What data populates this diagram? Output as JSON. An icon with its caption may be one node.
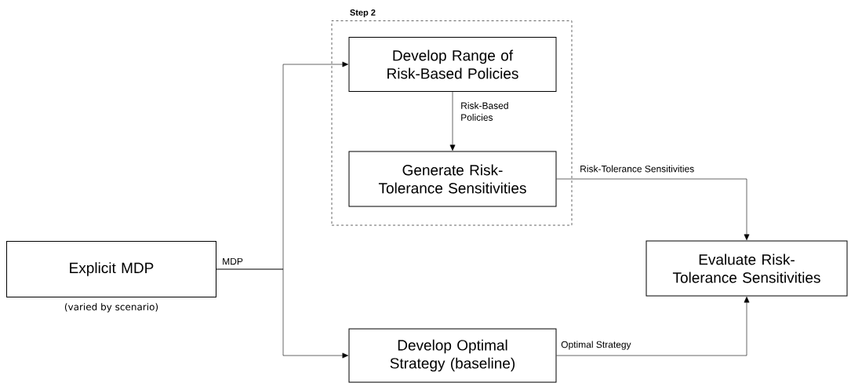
{
  "diagram": {
    "nodes": [
      {
        "text": [
          "Step 2"
        ]
      },
      {
        "text": [
          "Develop Range of Risk-Based Policies"
        ],
        "in": 0
      },
      {
        "text": [
          "Generate Risk-Tolerance Sensitivities"
        ],
        "in": 0
      },
      {
        "text": [
          "Explicit MDP"
        ],
        "beside": [
          "(varied by scenario)"
        ]
      },
      {
        "text": [
          "Develop Optimal Strategy (baseline)"
        ]
      },
      {
        "text": [
          "Evaluate Risk-Tolerance Sensitivities"
        ]
      }
    ],
    "edges": [
      {
        "from": 3,
        "to": 1,
        "arrow": "to",
        "label": "MDP"
      },
      {
        "from": 3,
        "to": 4,
        "arrow": "to"
      },
      {
        "from": 1,
        "to": 2,
        "arrow": "to",
        "label": "Risk-Based Policies"
      },
      {
        "from": 2,
        "to": 5,
        "arrow": "to",
        "label": "Risk-Tolerance Sensitivities"
      },
      {
        "from": 4,
        "to": 5,
        "arrow": "to",
        "label": "Optimal Strategy"
      }
    ]
  }
}
